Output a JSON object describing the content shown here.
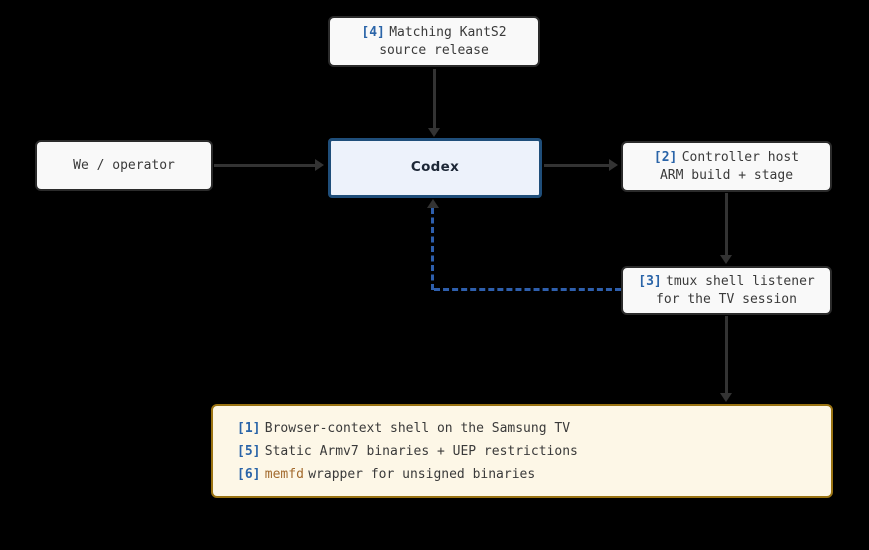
{
  "colors": {
    "background": "#000000",
    "node_bg": "#f9f9f9",
    "node_border": "#2b2b2b",
    "node_text": "#3a3a3a",
    "badge_blue": "#2a64a8",
    "codex_bg": "#edf2fb",
    "codex_border": "#1f4e7a",
    "tv_bg": "#fdf7e7",
    "tv_border": "#9a7312",
    "code_orange": "#a2692c",
    "edge_dark": "#333333",
    "edge_dashed_blue": "#2e5fad"
  },
  "nodes": {
    "source_release": {
      "badge": "[4]",
      "line1": "Matching KantS2",
      "line2": "source release"
    },
    "operator": {
      "label": "We / operator"
    },
    "codex": {
      "label": "Codex"
    },
    "controller_host": {
      "badge": "[2]",
      "line1": "Controller host",
      "line2": "ARM build + stage"
    },
    "tmux_listener": {
      "badge": "[3]",
      "line1": "tmux shell listener",
      "line2": "for the TV session"
    },
    "tv_box": {
      "items": [
        {
          "badge": "[1]",
          "text": "Browser-context shell on the Samsung TV",
          "code": "",
          "text_after": ""
        },
        {
          "badge": "[5]",
          "text": "Static Armv7 binaries + UEP restrictions",
          "code": "",
          "text_after": ""
        },
        {
          "badge": "[6]",
          "text": "",
          "code": "memfd",
          "text_after": "wrapper for unsigned binaries"
        }
      ]
    }
  }
}
